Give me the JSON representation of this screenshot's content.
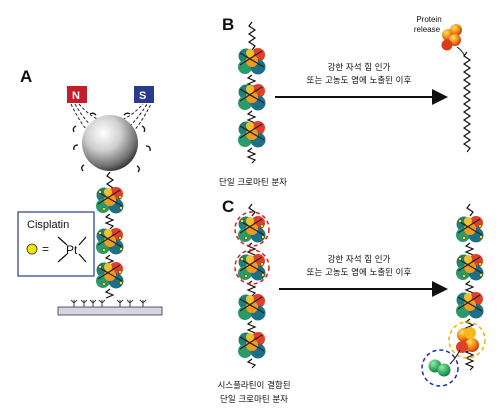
{
  "panels": {
    "a": {
      "letter": "A",
      "magnet_north": "N",
      "magnet_south": "S",
      "legend_title": "Cisplatin",
      "legend_equals": "=",
      "legend_pt": "Pt",
      "colors": {
        "north": "#c41e2a",
        "south": "#2a3a8c",
        "cisplatin_dot": "#f2e600",
        "surface": "#d4d4e6"
      }
    },
    "b": {
      "letter": "B",
      "arrow_caption_line1": "강한 자석 힘 인가",
      "arrow_caption_line2": "또는 고농도 염에 노출된 이후",
      "protein_label_line1": "Protein",
      "protein_label_line2": "release",
      "bottom_caption": "단일 크로마틴 분자"
    },
    "c": {
      "letter": "C",
      "arrow_caption_line1": "강한 자석 힘 인가",
      "arrow_caption_line2": "또는 고농도 염에 노출된 이후",
      "bottom_caption_line1": "시스플라틴이 결합된",
      "bottom_caption_line2": "단일 크로마틴 분자",
      "colors": {
        "red_circle": "#d42020",
        "yellow_circle": "#f0b400",
        "blue_circle": "#1a2fb0"
      }
    }
  }
}
